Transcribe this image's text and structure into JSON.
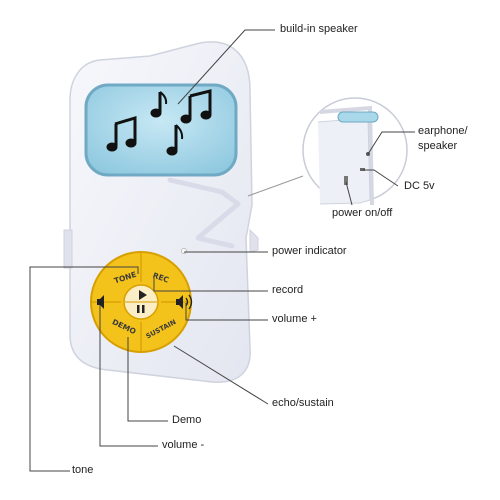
{
  "callouts": {
    "speaker": "build-in speaker",
    "earphone": "earphone/\nspeaker",
    "dc": "DC 5v",
    "power_switch": "power on/off",
    "power_indicator": "power indicator",
    "record": "record",
    "volume_up": "volume +",
    "echo_sustain": "echo/sustain",
    "demo": "Demo",
    "volume_down": "volume -",
    "tone": "tone"
  },
  "device_buttons": {
    "tone": "TONE",
    "rec": "REC",
    "demo": "DEMO",
    "sustain": "SUSTAIN"
  },
  "colors": {
    "body": "#eef0f8",
    "body_edge": "#cfd3de",
    "screen": "#a9d8ea",
    "screen_edge": "#6fa9c4",
    "pad": "#f3c21b",
    "pad_edge": "#d79f00",
    "center": "#fbeec6",
    "line": "#444444"
  },
  "icons": [
    "music-notes-icon",
    "play-icon",
    "pause-icon",
    "speaker-low-icon",
    "speaker-high-icon"
  ]
}
